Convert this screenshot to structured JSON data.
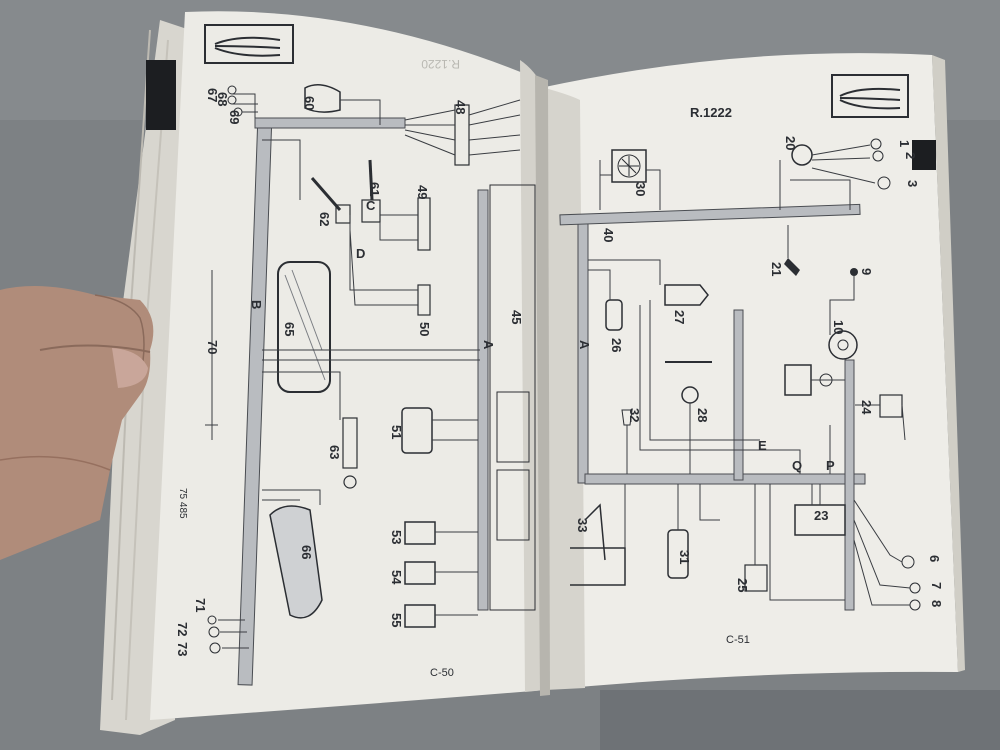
{
  "left_page": {
    "page_number": "C-50",
    "faint_title": "R.1220",
    "side_code": "75 485",
    "harness_letters": [
      "B",
      "C",
      "D",
      "A"
    ],
    "component_numbers": [
      "60",
      "48",
      "49",
      "61",
      "62",
      "45",
      "50",
      "65",
      "70",
      "51",
      "63",
      "66",
      "53",
      "54",
      "55",
      "67",
      "68",
      "69",
      "71",
      "72",
      "73"
    ]
  },
  "right_page": {
    "title": "R.1222",
    "page_number": "C-51",
    "harness_letters": [
      "A",
      "E",
      "Q",
      "P"
    ],
    "component_numbers": [
      "1",
      "2",
      "3",
      "20",
      "30",
      "40",
      "21",
      "9",
      "27",
      "26",
      "10",
      "28",
      "32",
      "24",
      "23",
      "33",
      "31",
      "25",
      "6",
      "7",
      "8"
    ]
  },
  "colors": {
    "paper": "#ecebe6",
    "ink": "#2b2e33",
    "background": "#7e8285",
    "tab": "#1c1e21"
  },
  "icons": [
    "wire-bundle-icon",
    "fan-icon",
    "alternator-icon",
    "battery-icon",
    "coil-icon",
    "bulb-icon"
  ]
}
